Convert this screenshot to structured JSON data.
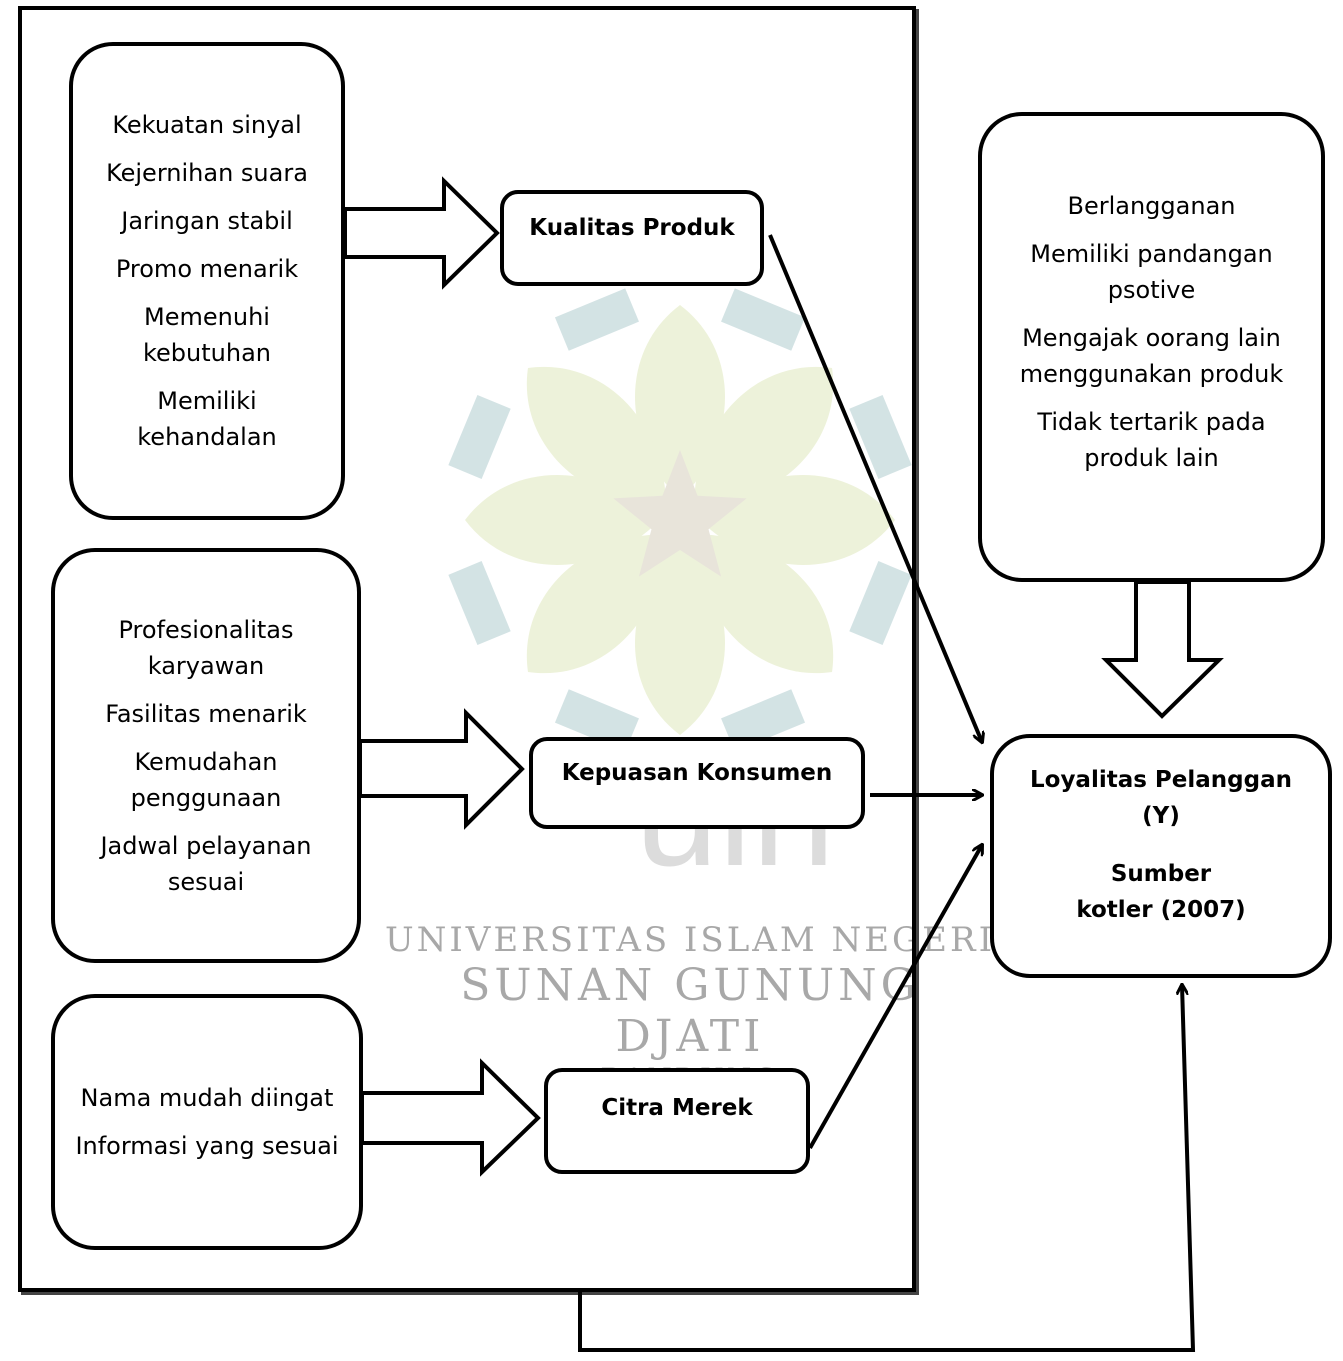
{
  "left_groups": [
    {
      "items": [
        "Kekuatan sinyal",
        "Kejernihan suara",
        "Jaringan stabil",
        "Promo menarik",
        "Memenuhi kebutuhan",
        "Memiliki kehandalan"
      ]
    },
    {
      "items": [
        "Profesionalitas karyawan",
        "Fasilitas menarik",
        "Kemudahan penggunaan",
        "Jadwal pelayanan sesuai"
      ]
    },
    {
      "items": [
        "Nama mudah diingat",
        "Informasi yang sesuai"
      ]
    }
  ],
  "variables": {
    "kualitas": "Kualitas Produk",
    "kepuasan": "Kepuasan Konsumen",
    "citra": "Citra Merek"
  },
  "loyalty_indicators": [
    "Berlangganan",
    "Memiliki pandangan psotive",
    "Mengajak oorang lain menggunakan produk",
    "Tidak tertarik pada produk lain"
  ],
  "target": {
    "line1": "Loyalitas Pelanggan",
    "line2": "(Y)",
    "line3": "Sumber",
    "line4": "kotler (2007)"
  },
  "watermark": {
    "line1": "UNIVERSITAS ISLAM NEGERI",
    "line2": "SUNAN GUNUNG DJATI",
    "line3": "BANDUNG"
  },
  "colors": {
    "stroke": "#000000",
    "watermark_teal": "#cfe0e2",
    "watermark_green": "#ecf1d6",
    "watermark_text": "#a8a8a8"
  }
}
